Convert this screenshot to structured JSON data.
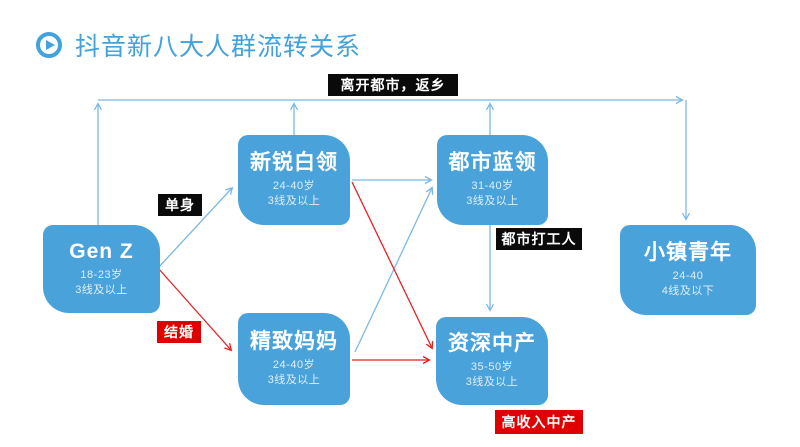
{
  "title": {
    "text": "抖音新八大人群流转关系",
    "icon": "play-icon"
  },
  "colors": {
    "brand_blue": "#41a2dd",
    "box_blue": "#4aa2db",
    "line_blue": "#7cb8e6",
    "line_red": "#e82020",
    "label_black_bg": "#0a0a0a",
    "label_red_bg": "#e00000",
    "label_text": "#ffffff"
  },
  "nodes": [
    {
      "id": "genz",
      "title": "Gen Z",
      "age": "18-23岁",
      "tier": "3线及以上"
    },
    {
      "id": "xinrui",
      "title": "新锐白领",
      "age": "24-40岁",
      "tier": "3线及以上"
    },
    {
      "id": "jingzhi",
      "title": "精致妈妈",
      "age": "24-40岁",
      "tier": "3线及以上"
    },
    {
      "id": "lanling",
      "title": "都市蓝领",
      "age": "31-40岁",
      "tier": "3线及以上"
    },
    {
      "id": "zishen",
      "title": "资深中产",
      "age": "35-50岁",
      "tier": "3线及以上"
    },
    {
      "id": "xiaozhen",
      "title": "小镇青年",
      "age": "24-40",
      "tier": "4线及以下"
    }
  ],
  "flow_labels": [
    {
      "id": "leave",
      "text": "离开都市，返乡",
      "style": "black"
    },
    {
      "id": "single",
      "text": "单身",
      "style": "black"
    },
    {
      "id": "married",
      "text": "结婚",
      "style": "red"
    },
    {
      "id": "worker",
      "text": "都市打工人",
      "style": "black"
    },
    {
      "id": "income",
      "text": "高收入中产",
      "style": "red"
    }
  ],
  "edges": [
    {
      "from": "Gen Z",
      "to": "返乡汇总线",
      "color": "blue",
      "label": ""
    },
    {
      "from": "新锐白领",
      "to": "返乡汇总线",
      "color": "blue",
      "label": ""
    },
    {
      "from": "都市蓝领",
      "to": "返乡汇总线",
      "color": "blue",
      "label": ""
    },
    {
      "from": "返乡汇总线",
      "to": "小镇青年",
      "color": "blue",
      "label": "离开都市，返乡"
    },
    {
      "from": "Gen Z",
      "to": "新锐白领",
      "color": "blue",
      "label": "单身"
    },
    {
      "from": "Gen Z",
      "to": "精致妈妈",
      "color": "red",
      "label": "结婚"
    },
    {
      "from": "新锐白领",
      "to": "都市蓝领",
      "color": "blue",
      "label": ""
    },
    {
      "from": "新锐白领",
      "to": "资深中产",
      "color": "red",
      "label": ""
    },
    {
      "from": "精致妈妈",
      "to": "都市蓝领",
      "color": "blue",
      "label": ""
    },
    {
      "from": "精致妈妈",
      "to": "资深中产",
      "color": "red",
      "label": ""
    },
    {
      "from": "都市蓝领",
      "to": "资深中产",
      "color": "blue",
      "label": "都市打工人"
    },
    {
      "from": "资深中产",
      "to": "高收入中产标注",
      "color": "red",
      "label": "高收入中产"
    }
  ]
}
